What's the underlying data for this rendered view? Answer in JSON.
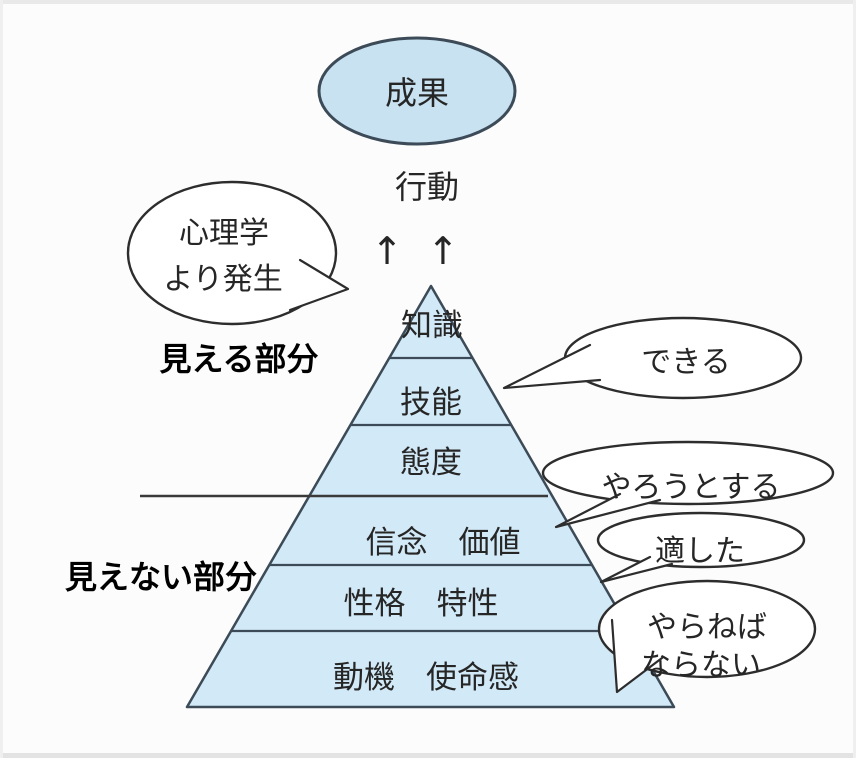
{
  "colors": {
    "background": "#fcfcfc",
    "pyramid_fill": "#d2e9f7",
    "ellipse_fill": "#c8e2f2",
    "shape_outline": "#3c4b57",
    "bubble_outline": "#2d2d2d",
    "line_color": "#3a3a3a",
    "text_color": "#262626",
    "label_color": "#000000"
  },
  "top": {
    "result": "成果",
    "behavior": "行動",
    "arrows": "↑ ↑"
  },
  "left": {
    "bubble_line1": "心理学",
    "bubble_line2": "より発生",
    "visible_label": "見える部分",
    "invisible_label": "見えない部分"
  },
  "pyramid": {
    "layers": [
      {
        "label": "知識"
      },
      {
        "label": "技能"
      },
      {
        "label": "態度"
      },
      {
        "label": "信念　価値"
      },
      {
        "label": "性格　特性"
      },
      {
        "label": "動機　使命感"
      }
    ]
  },
  "bubbles": {
    "can_do": {
      "label": "できる"
    },
    "try_to": {
      "label": "やろうとする"
    },
    "suited": {
      "label": "適した"
    },
    "must": {
      "line1": "やらねば",
      "line2": "ならない"
    }
  }
}
